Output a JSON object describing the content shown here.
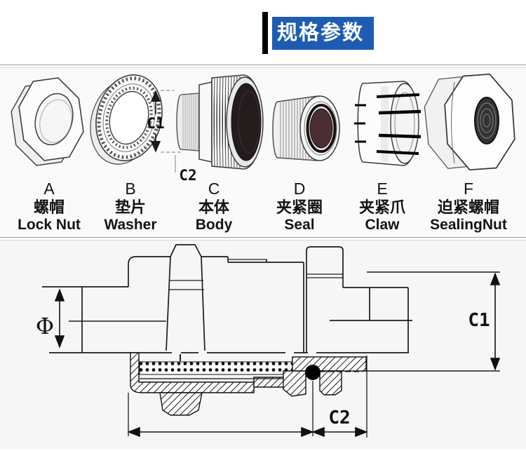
{
  "header": {
    "title": "规格参数"
  },
  "colors": {
    "accent_blue": "#1e5cb3",
    "bar_black": "#000000"
  },
  "exploded_view": {
    "dims": {
      "c1": "C1",
      "c2": "C2"
    },
    "parts": [
      {
        "letter": "A",
        "name_zh": "螺帽",
        "name_en": "Lock Nut"
      },
      {
        "letter": "B",
        "name_zh": "垫片",
        "name_en": "Washer"
      },
      {
        "letter": "C",
        "name_zh": "本体",
        "name_en": "Body"
      },
      {
        "letter": "D",
        "name_zh": "夹紧圈",
        "name_en": "Seal"
      },
      {
        "letter": "E",
        "name_zh": "夹紧爪",
        "name_en": "Claw"
      },
      {
        "letter": "F",
        "name_zh": "迫紧螺帽",
        "name_en": "SealingNut"
      }
    ]
  },
  "cross_section": {
    "dims": {
      "phi": "Φ",
      "c1": "C1",
      "c2": "C2"
    }
  }
}
